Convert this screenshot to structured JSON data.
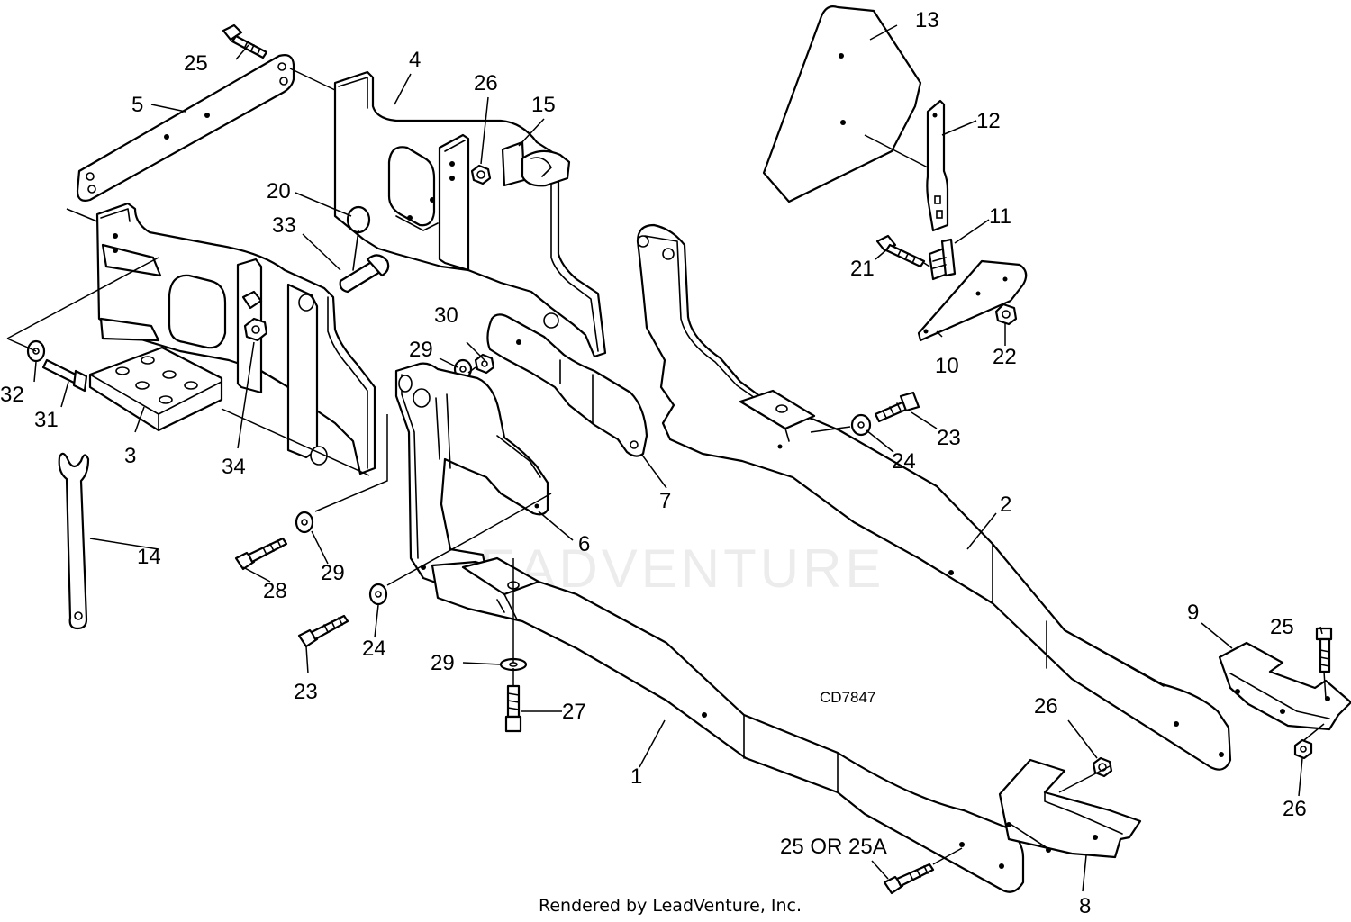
{
  "diagram": {
    "drawing_number": "CD7847",
    "footer": "Rendered by LeadVenture, Inc.",
    "watermark": "LEADVENTURE",
    "callouts": [
      {
        "id": "c1",
        "label": "1"
      },
      {
        "id": "c2",
        "label": "2"
      },
      {
        "id": "c3",
        "label": "3"
      },
      {
        "id": "c4",
        "label": "4"
      },
      {
        "id": "c5",
        "label": "5"
      },
      {
        "id": "c6",
        "label": "6"
      },
      {
        "id": "c7",
        "label": "7"
      },
      {
        "id": "c8",
        "label": "8"
      },
      {
        "id": "c9",
        "label": "9"
      },
      {
        "id": "c10",
        "label": "10"
      },
      {
        "id": "c11",
        "label": "11"
      },
      {
        "id": "c12",
        "label": "12"
      },
      {
        "id": "c13",
        "label": "13"
      },
      {
        "id": "c14",
        "label": "14"
      },
      {
        "id": "c15",
        "label": "15"
      },
      {
        "id": "c20",
        "label": "20"
      },
      {
        "id": "c21",
        "label": "21"
      },
      {
        "id": "c22",
        "label": "22"
      },
      {
        "id": "c23a",
        "label": "23"
      },
      {
        "id": "c23b",
        "label": "23"
      },
      {
        "id": "c24a",
        "label": "24"
      },
      {
        "id": "c24b",
        "label": "24"
      },
      {
        "id": "c25a",
        "label": "25"
      },
      {
        "id": "c25b",
        "label": "25"
      },
      {
        "id": "c25c",
        "label": "25 OR 25A"
      },
      {
        "id": "c26a",
        "label": "26"
      },
      {
        "id": "c26b",
        "label": "26"
      },
      {
        "id": "c26c",
        "label": "26"
      },
      {
        "id": "c27",
        "label": "27"
      },
      {
        "id": "c28",
        "label": "28"
      },
      {
        "id": "c29a",
        "label": "29"
      },
      {
        "id": "c29b",
        "label": "29"
      },
      {
        "id": "c29c",
        "label": "29"
      },
      {
        "id": "c30",
        "label": "30"
      },
      {
        "id": "c31",
        "label": "31"
      },
      {
        "id": "c32",
        "label": "32"
      },
      {
        "id": "c33",
        "label": "33"
      },
      {
        "id": "c34",
        "label": "34"
      }
    ]
  }
}
